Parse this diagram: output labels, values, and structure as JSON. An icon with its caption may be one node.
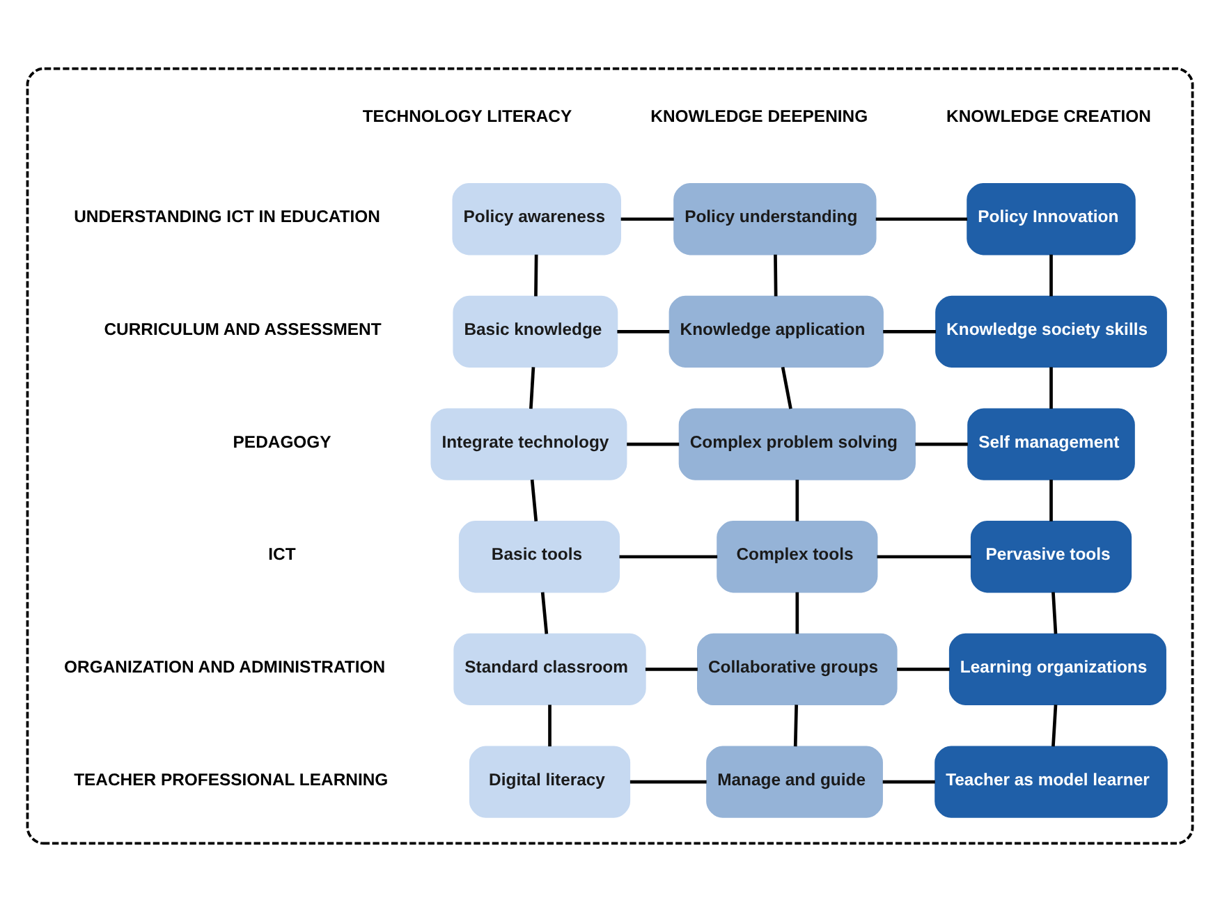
{
  "diagram": {
    "nodes": [
      {
        "text": [],
        "shape": "box"
      },
      {
        "text": [
          "Policy awareness"
        ],
        "in": 0
      },
      {
        "text": [
          "Policy understanding"
        ],
        "in": 0
      },
      {
        "text": [
          "Policy Innovation"
        ],
        "in": 0
      },
      {
        "text": [
          "Basic knowledge"
        ],
        "in": 0
      },
      {
        "text": [
          "Knowledge application"
        ],
        "in": 0
      },
      {
        "text": [
          "Knowledge society skills"
        ],
        "in": 0
      },
      {
        "text": [
          "Integrate technology"
        ],
        "in": 0
      },
      {
        "text": [
          "Complex problem solving"
        ],
        "in": 0
      },
      {
        "text": [
          "Self management"
        ],
        "in": 0
      },
      {
        "text": [
          "Basic tools"
        ],
        "in": 0
      },
      {
        "text": [
          "Complex tools"
        ],
        "in": 0
      },
      {
        "text": [
          "Pervasive tools"
        ],
        "in": 0
      },
      {
        "text": [
          "Standard classroom"
        ],
        "in": 0
      },
      {
        "text": [
          "Collaborative groups"
        ],
        "in": 0
      },
      {
        "text": [
          "Learning organizations"
        ],
        "in": 0
      },
      {
        "text": [
          "Digital literacy"
        ],
        "in": 0
      },
      {
        "text": [
          "Manage and guide"
        ],
        "in": 0
      },
      {
        "text": [
          "Teacher as model learner"
        ],
        "in": 0
      }
    ],
    "edges": [
      {
        "from": 1,
        "to": 2,
        "arrow": "none"
      },
      {
        "from": 2,
        "to": 3,
        "arrow": "none"
      },
      {
        "from": 4,
        "to": 5,
        "arrow": "none"
      },
      {
        "from": 5,
        "to": 6,
        "arrow": "none"
      },
      {
        "from": 7,
        "to": 8,
        "arrow": "none"
      },
      {
        "from": 8,
        "to": 9,
        "arrow": "none"
      },
      {
        "from": 10,
        "to": 11,
        "arrow": "none"
      },
      {
        "from": 11,
        "to": 12,
        "arrow": "none"
      },
      {
        "from": 13,
        "to": 14,
        "arrow": "none"
      },
      {
        "from": 14,
        "to": 15,
        "arrow": "none"
      },
      {
        "from": 16,
        "to": 17,
        "arrow": "none"
      },
      {
        "from": 17,
        "to": 18,
        "arrow": "none"
      },
      {
        "from": 1,
        "to": 4,
        "arrow": "none"
      },
      {
        "from": 4,
        "to": 7,
        "arrow": "none"
      },
      {
        "from": 7,
        "to": 10,
        "arrow": "none"
      },
      {
        "from": 10,
        "to": 13,
        "arrow": "none"
      },
      {
        "from": 13,
        "to": 16,
        "arrow": "none"
      },
      {
        "from": 2,
        "to": 5,
        "arrow": "none"
      },
      {
        "from": 5,
        "to": 8,
        "arrow": "none"
      },
      {
        "from": 8,
        "to": 11,
        "arrow": "none"
      },
      {
        "from": 11,
        "to": 14,
        "arrow": "none"
      },
      {
        "from": 14,
        "to": 17,
        "arrow": "none"
      },
      {
        "from": 3,
        "to": 6,
        "arrow": "none"
      },
      {
        "from": 6,
        "to": 9,
        "arrow": "none"
      },
      {
        "from": 9,
        "to": 12,
        "arrow": "none"
      },
      {
        "from": 12,
        "to": 15,
        "arrow": "none"
      },
      {
        "from": 15,
        "to": 18,
        "arrow": "none"
      }
    ],
    "labels": [
      "TECHNOLOGY LITERACY",
      "KNOWLEDGE DEEPENING",
      "KNOWLEDGE CREATION",
      "UNDERSTANDING ICT IN EDUCATION",
      "CURRICULUM AND ASSESSMENT",
      "PEDAGOGY",
      "ICT",
      "ORGANIZATION AND ADMINISTRATION",
      "TEACHER PROFESSIONAL LEARNING"
    ]
  }
}
